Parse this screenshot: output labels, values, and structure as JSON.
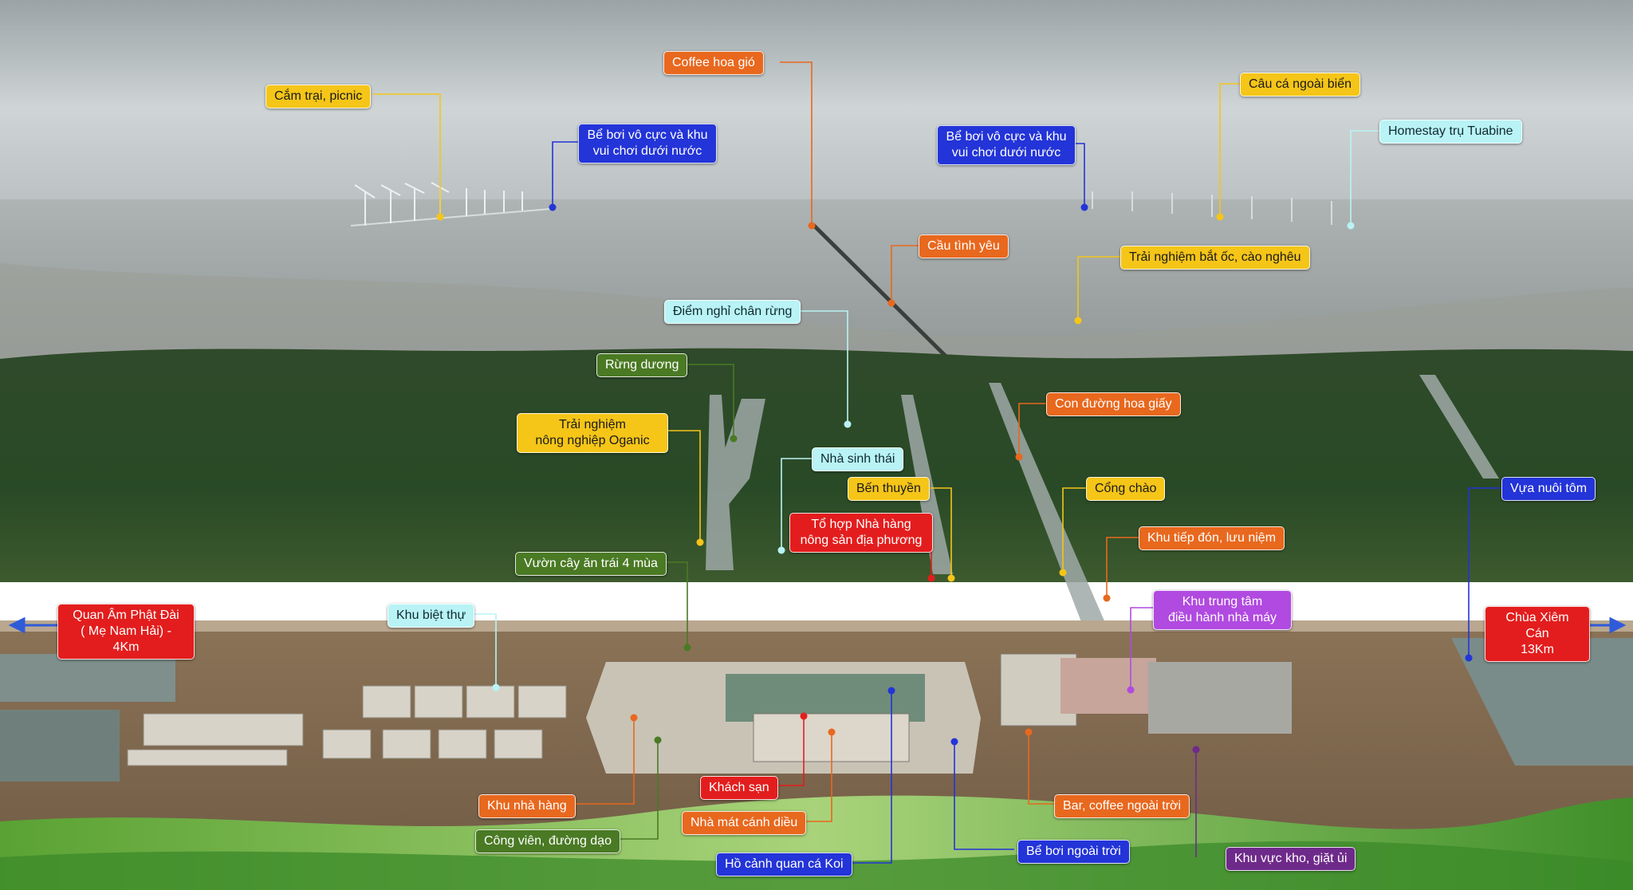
{
  "colors": {
    "yellow": "#f5c518",
    "orange": "#e8681e",
    "blue": "#2334d8",
    "cyan": "#b9f3f5",
    "green": "#4a7a24",
    "red": "#e31d1d",
    "purple": "#b14ae0",
    "dark_purple": "#6e2a8a",
    "arrow_blue": "#2f5bd9"
  },
  "labels": {
    "cam_trai": "Cắm trại, picnic",
    "be_boi_left_1": "Bể bơi vô cực và khu",
    "be_boi_left_2": "vui chơi dưới nước",
    "coffee_hoa_gio": "Coffee hoa gió",
    "be_boi_right_1": "Bể bơi vô cực và khu",
    "be_boi_right_2": "vui chơi dưới nước",
    "cau_ca": "Câu cá ngoài biển",
    "homestay": "Homestay trụ Tuabine",
    "cau_tinh_yeu": "Cầu tình yêu",
    "trai_nghiem_bat_oc": "Trải nghiệm bắt ốc, cào nghêu",
    "diem_nghi": "Điểm nghỉ chân rừng",
    "rung_duong": "Rừng dương",
    "con_duong_hoa_giay": "Con đường hoa giấy",
    "trai_nghiem_nong_nghiep_1": "Trải nghiệm",
    "trai_nghiem_nong_nghiep_2": "nông nghiệp Oganic",
    "nha_sinh_thai": "Nhà sinh thái",
    "ben_thuyen": "Bến thuyền",
    "cong_chao": "Cổng chào",
    "vua_nuoi_tom": "Vựa nuôi tôm",
    "to_hop_1": "Tổ hợp Nhà hàng",
    "to_hop_2": "nông sản địa phương",
    "khu_tiep_don": "Khu tiếp đón, lưu niệm",
    "vuon_cay": "Vườn cây ăn trái 4 mùa",
    "khu_trung_tam_1": "Khu trung tâm",
    "khu_trung_tam_2": "điều hành nhà máy",
    "quan_am_1": "Quan  Âm Phật Đài",
    "quan_am_2": "( Mẹ Nam Hải) - 4Km",
    "khu_biet_thu": "Khu biệt thự",
    "chua_xiem_can_1": "Chùa Xiêm Cán",
    "chua_xiem_can_2": "13Km",
    "khach_san": "Khách sạn",
    "khu_nha_hang": "Khu nhà hàng",
    "bar_coffee": "Bar, coffee ngoài trời",
    "nha_mat": "Nhà mát cánh diều",
    "cong_vien": "Công viên, đường dạo",
    "be_boi_ngoai_troi": "Bể bơi ngoài trời",
    "khu_vuc_kho": "Khu vực kho, giặt ủi",
    "ho_canh": "Hồ cảnh quan cá Koi"
  }
}
